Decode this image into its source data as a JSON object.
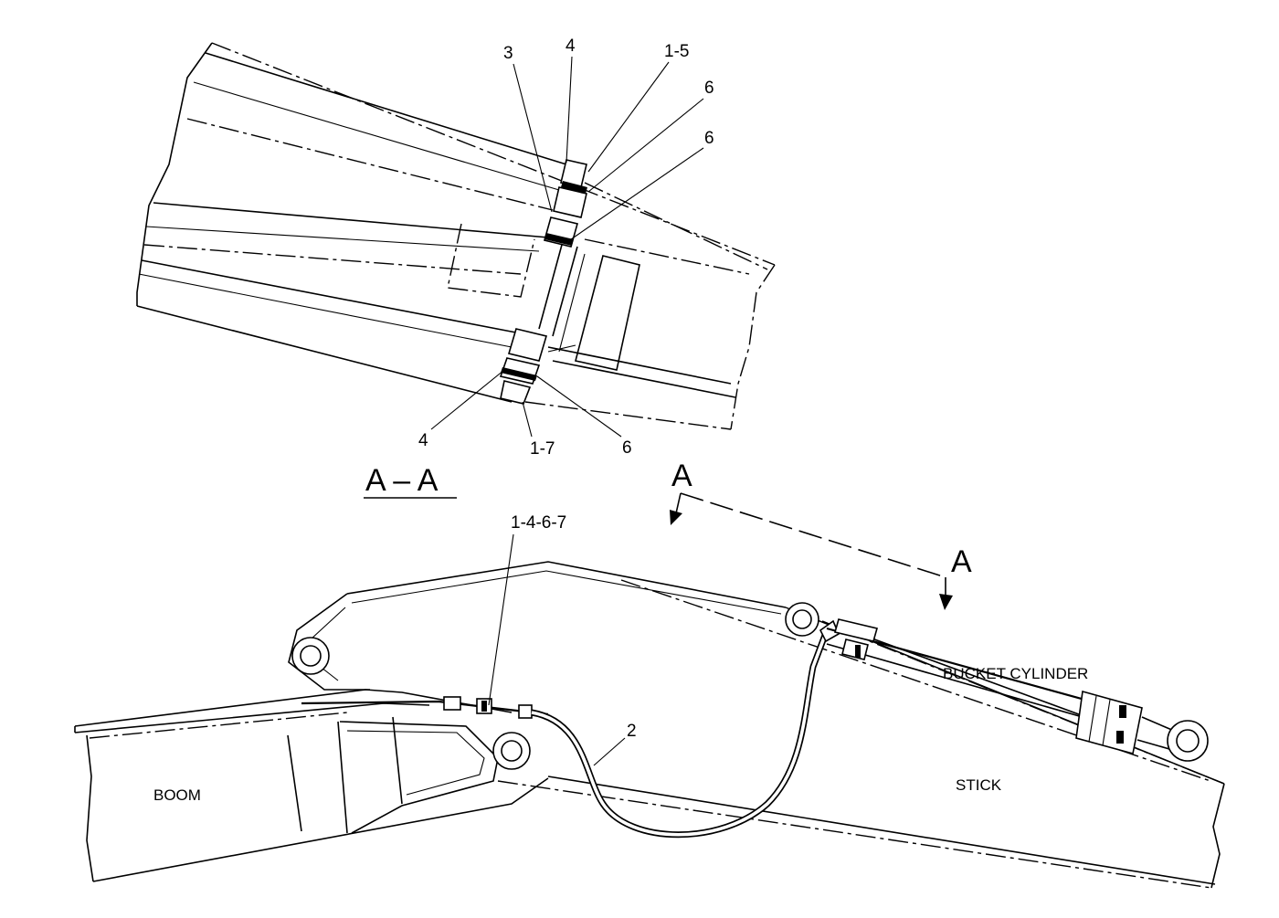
{
  "callouts": {
    "detail_3": "3",
    "detail_4_top": "4",
    "detail_1_5": "1-5",
    "detail_6_a": "6",
    "detail_6_b": "6",
    "detail_4_bottom": "4",
    "detail_1_7": "1-7",
    "detail_6_c": "6",
    "main_1_4_6_7": "1-4-6-7",
    "main_2": "2"
  },
  "section": {
    "title": "A – A",
    "marker_left": "A",
    "marker_right": "A"
  },
  "components": {
    "boom": "BOOM",
    "stick": "STICK",
    "bucket_cylinder": "BUCKET CYLINDER"
  }
}
